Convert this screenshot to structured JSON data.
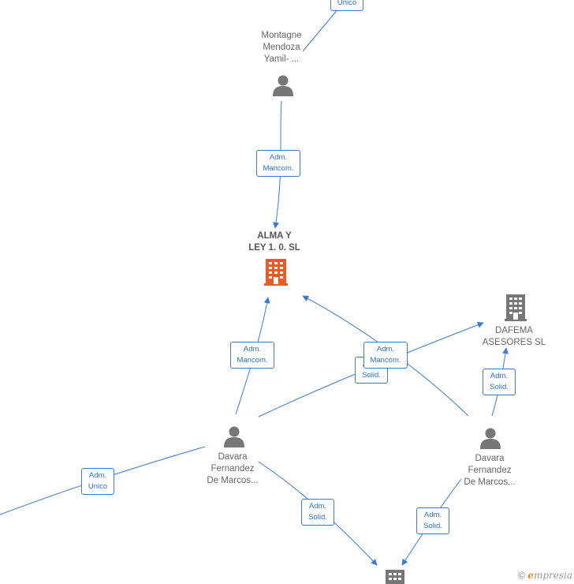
{
  "nodes": [
    {
      "id": "montagne",
      "type": "person",
      "label_lines": [
        "Montagne",
        "Mendoza",
        "Yamil- ..."
      ]
    },
    {
      "id": "alma",
      "type": "company-main",
      "label_lines": [
        "ALMA Y",
        "LEY 1. 0.  SL"
      ]
    },
    {
      "id": "dafema",
      "type": "company",
      "label_lines": [
        "DAFEMA",
        "ASESORES  SL"
      ]
    },
    {
      "id": "davara1",
      "type": "person",
      "label_lines": [
        "Davara",
        "Fernandez",
        "De Marcos..."
      ]
    },
    {
      "id": "davara2",
      "type": "person",
      "label_lines": [
        "Davara",
        "Fernandez",
        "De Marcos..."
      ]
    },
    {
      "id": "bottom-company",
      "type": "company",
      "label_lines": []
    }
  ],
  "edge_labels": [
    {
      "id": "top-unico",
      "lines": [
        "Unico"
      ]
    },
    {
      "id": "montagne-alma",
      "lines": [
        "Adm.",
        "Mancom."
      ]
    },
    {
      "id": "davara1-alma",
      "lines": [
        "Adm.",
        "Mancom."
      ]
    },
    {
      "id": "davara1-dafema",
      "lines": [
        "Adm.",
        "Solid."
      ]
    },
    {
      "id": "davara2-alma",
      "lines": [
        "Adm.",
        "Mancom."
      ]
    },
    {
      "id": "davara2-dafema",
      "lines": [
        "Adm.",
        "Solid."
      ]
    },
    {
      "id": "left-unico",
      "lines": [
        "Adm.",
        "Unico"
      ]
    },
    {
      "id": "davara1-bottom",
      "lines": [
        "Adm.",
        "Solid."
      ]
    },
    {
      "id": "davara2-bottom",
      "lines": [
        "Adm.",
        "Solid."
      ]
    }
  ],
  "colors": {
    "edge": "#3a7bd5",
    "person": "#777777",
    "company": "#777777",
    "main_company": "#f05a22"
  },
  "watermark": {
    "copyright": "©",
    "brand_initial": "e",
    "brand_rest": "mpresia"
  }
}
